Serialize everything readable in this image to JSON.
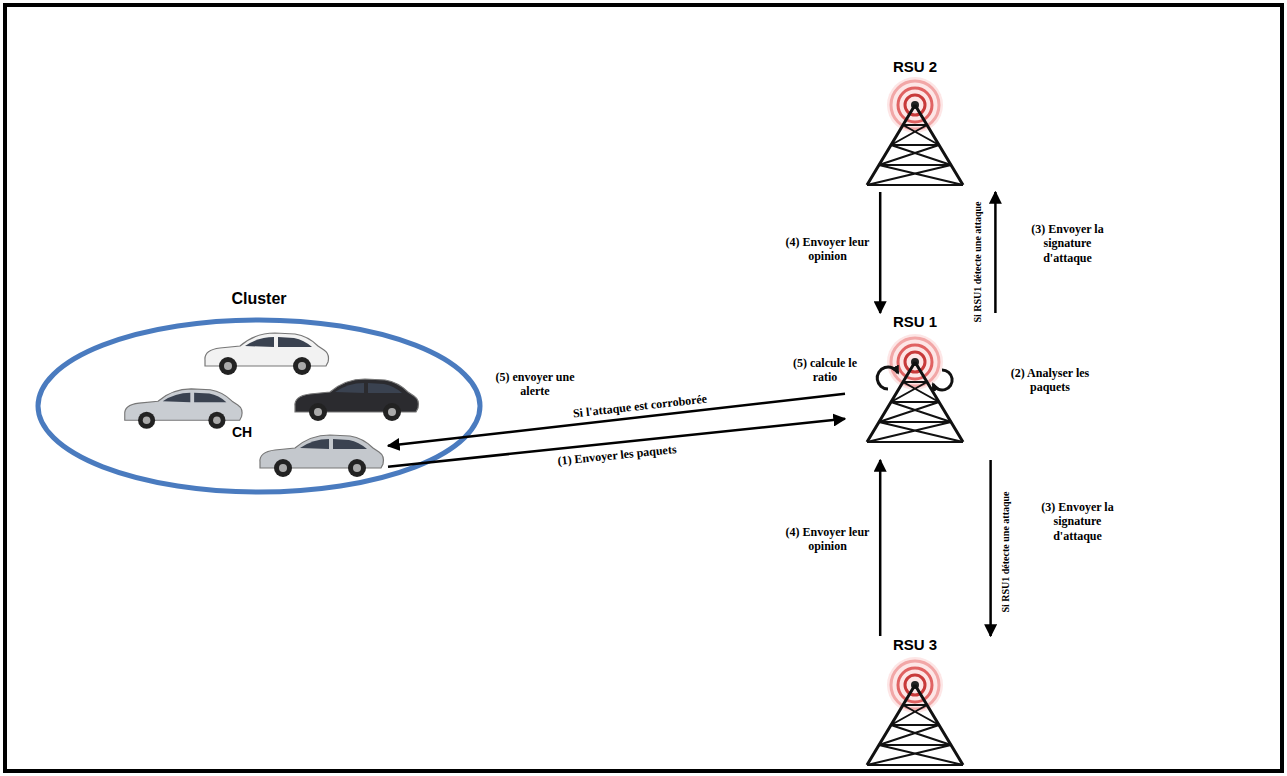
{
  "diagram": {
    "nodes": [
      {
        "text": [
          "RSU 2"
        ]
      },
      {
        "text": [
          "Cluster"
        ]
      },
      {
        "text": [
          "CH"
        ],
        "in": 1
      },
      {
        "text": [
          "RSU 1"
        ]
      },
      {
        "text": [
          "RSU 3"
        ]
      }
    ],
    "edges": [
      {
        "from": 0,
        "to": 3,
        "arrow": "to",
        "label": "(4) Envoyer leur opinion"
      },
      {
        "from": 3,
        "to": 0,
        "arrow": "to",
        "label": "(3) Envoyer la signature d'attaque"
      },
      {
        "from": 2,
        "to": 3,
        "arrow": "to",
        "label": "(1) Envoyer les paquets"
      },
      {
        "from": 3,
        "to": 2,
        "arrow": "to",
        "label": "(5) envoyer une alerte"
      },
      {
        "from": 3,
        "to": 4,
        "arrow": "to",
        "label": "(3) Envoyer la signature d'attaque"
      },
      {
        "from": 4,
        "to": 3,
        "arrow": "to",
        "label": "(4) Envoyer leur opinion"
      }
    ],
    "labels": [
      "Si RSU1 détecte une attaque",
      "(5) calcule le ratio",
      "(2) Analyser les paquets",
      "Si l'attaque est corroborée",
      "Si RSU1 détecte une attaque"
    ]
  }
}
